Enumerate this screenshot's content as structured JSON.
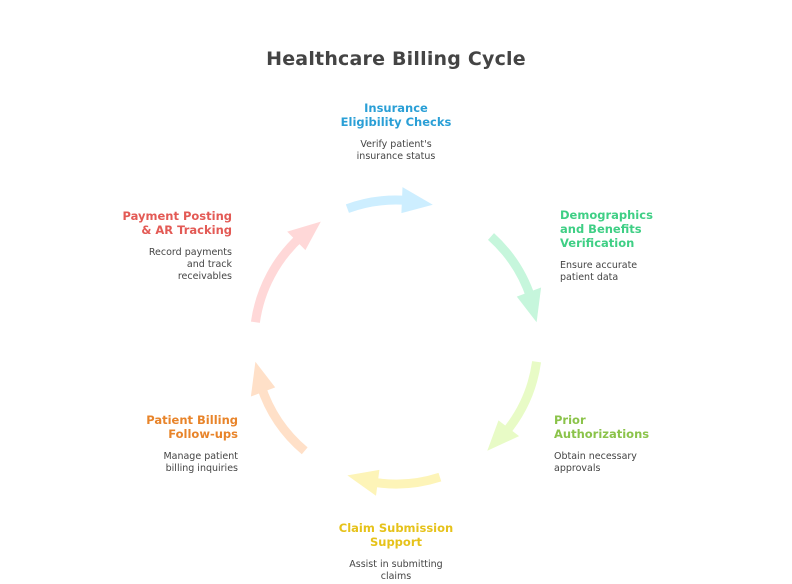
{
  "title": "Healthcare Billing Cycle",
  "steps": [
    {
      "title": "Insurance\nEligibility Checks",
      "description": "Verify patient's\ninsurance status",
      "color": "#2a9fd6",
      "arrow_color": "#cdeeff"
    },
    {
      "title": "Demographics\nand Benefits\nVerification",
      "description": "Ensure accurate\npatient data",
      "color": "#3fcf85",
      "arrow_color": "#c6f6dc"
    },
    {
      "title": "Prior\nAuthorizations",
      "description": "Obtain necessary\napprovals",
      "color": "#8bc34a",
      "arrow_color": "#e8fbc6"
    },
    {
      "title": "Claim Submission\nSupport",
      "description": "Assist in submitting\nclaims",
      "color": "#e6c21a",
      "arrow_color": "#fdf4b8"
    },
    {
      "title": "Patient Billing\nFollow-ups",
      "description": "Manage patient\nbilling inquiries",
      "color": "#e8842a",
      "arrow_color": "#ffe0c8"
    },
    {
      "title": "Payment Posting\n& AR Tracking",
      "description": "Record payments\nand track\nreceivables",
      "color": "#e35a55",
      "arrow_color": "#ffd8d8"
    }
  ]
}
